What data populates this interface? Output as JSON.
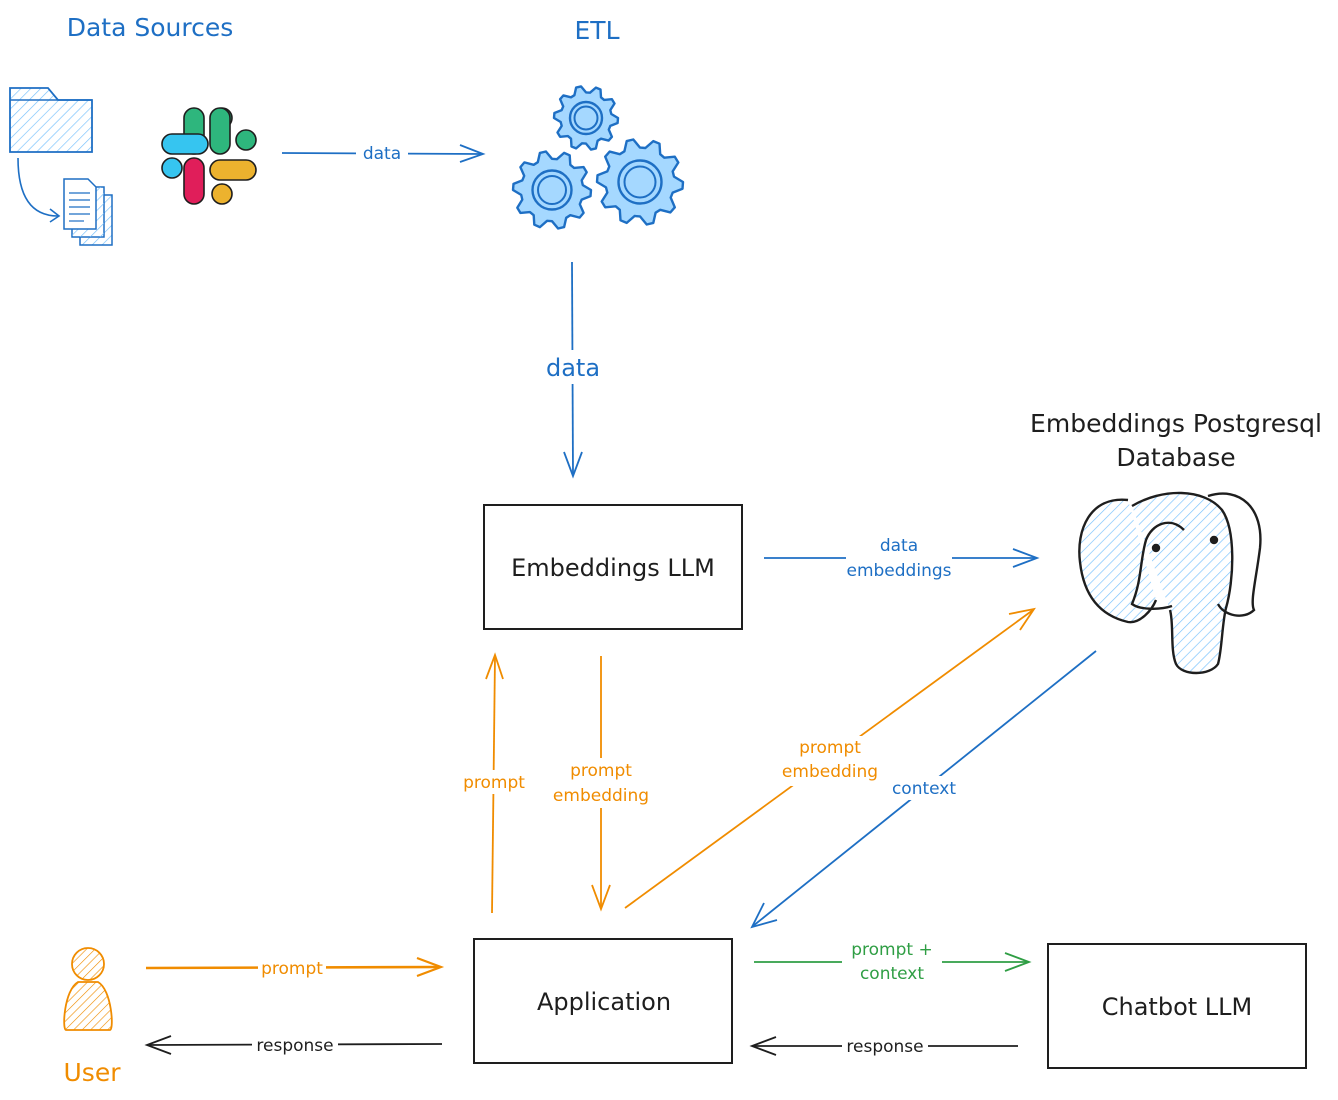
{
  "colors": {
    "blue": "#1e6fc4",
    "orange": "#f08c00",
    "green": "#2f9e44",
    "dark": "#1e1e1e",
    "gear_fill": "#a5d8ff",
    "hatch_blue": "#74c0fc"
  },
  "sections": {
    "data_sources": "Data Sources",
    "etl": "ETL",
    "database_line1": "Embeddings Postgresql",
    "database_line2": "Database",
    "user": "User"
  },
  "boxes": {
    "embeddings_llm": "Embeddings LLM",
    "application": "Application",
    "chatbot_llm": "Chatbot LLM"
  },
  "edges": {
    "sources_to_etl": "data",
    "etl_to_embeddings": "data",
    "embeddings_to_db_line1": "data",
    "embeddings_to_db_line2": "embeddings",
    "app_to_embeddings": "prompt",
    "embeddings_to_app_line1": "prompt",
    "embeddings_to_app_line2": "embedding",
    "app_to_db_line1": "prompt",
    "app_to_db_line2": "embedding",
    "db_to_app": "context",
    "user_to_app": "prompt",
    "app_to_user": "response",
    "app_to_chatbot_line1": "prompt +",
    "app_to_chatbot_line2": "context",
    "chatbot_to_app": "response"
  },
  "icons": {
    "folder": "folder-icon",
    "documents": "documents-icon",
    "slack": "slack-logo",
    "gears": "gears-icon",
    "postgres": "postgresql-elephant-logo",
    "user": "user-icon"
  }
}
